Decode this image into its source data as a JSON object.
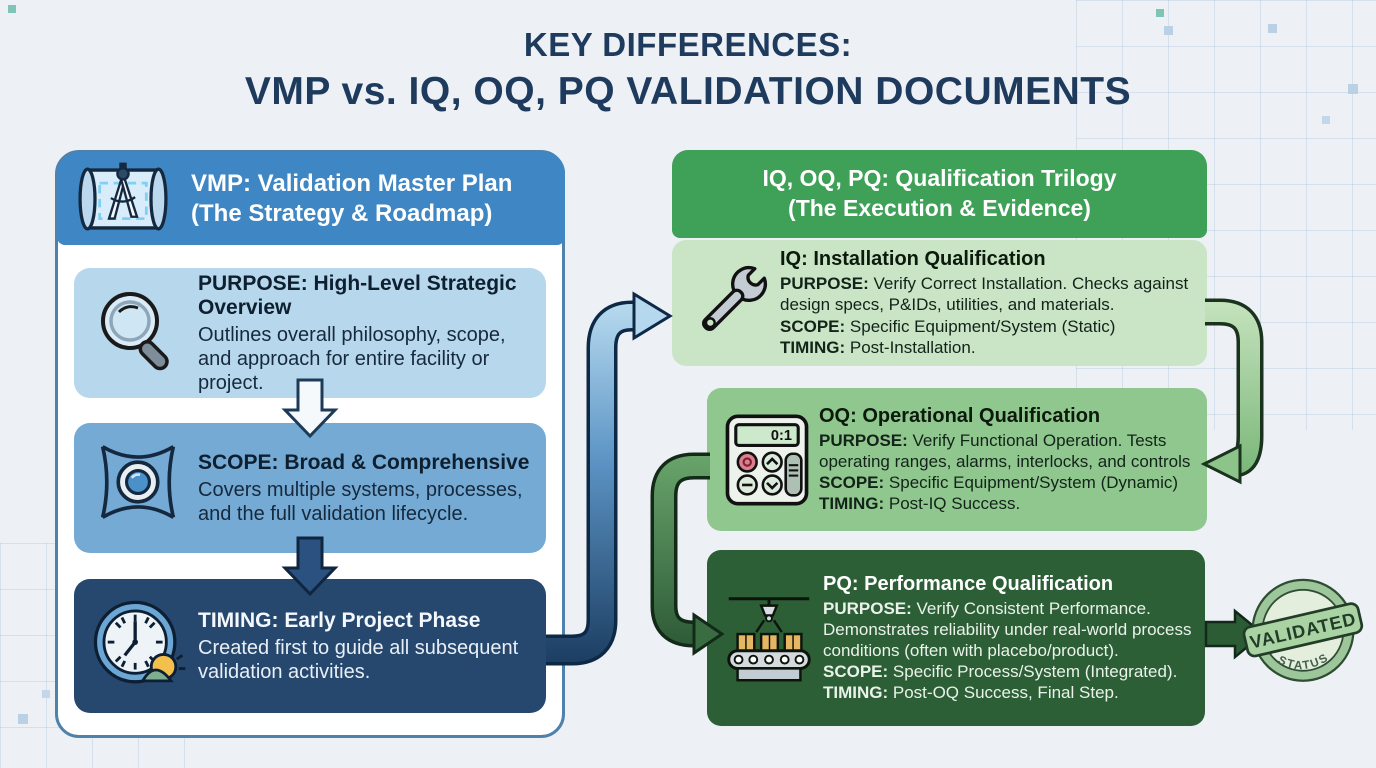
{
  "title": {
    "line1": "KEY DIFFERENCES:",
    "line2": "VMP vs. IQ, OQ, PQ VALIDATION DOCUMENTS"
  },
  "left": {
    "header": {
      "line1": "VMP: Validation Master Plan",
      "line2": "(The Strategy & Roadmap)"
    },
    "boxes": [
      {
        "icon": "magnifier-icon",
        "title": "PURPOSE: High-Level Strategic Overview",
        "desc": "Outlines overall philosophy, scope, and approach for entire facility or project."
      },
      {
        "icon": "wide-angle-lens-icon",
        "title": "SCOPE: Broad & Comprehensive",
        "desc": "Covers multiple systems, processes, and the full validation lifecycle."
      },
      {
        "icon": "clock-sunrise-icon",
        "title": "TIMING: Early Project Phase",
        "desc": "Created first to guide all subsequent validation activities."
      }
    ]
  },
  "right": {
    "header": {
      "line1": "IQ, OQ, PQ: Qualification Trilogy",
      "line2": "(The Execution & Evidence)"
    },
    "boxes": [
      {
        "icon": "wrench-icon",
        "title": "IQ: Installation Qualification",
        "purpose_label": "PURPOSE:",
        "purpose": "Verify Correct Installation. Checks against design specs, P&IDs, utilities, and materials.",
        "scope_label": "SCOPE:",
        "scope": "Specific Equipment/System (Static)",
        "timing_label": "TIMING:",
        "timing": "Post-Installation."
      },
      {
        "icon": "control-panel-icon",
        "icon_display": "0:1",
        "title": "OQ: Operational Qualification",
        "purpose_label": "PURPOSE:",
        "purpose": "Verify Functional Operation. Tests operating ranges, alarms, interlocks, and controls",
        "scope_label": "SCOPE:",
        "scope": "Specific Equipment/System (Dynamic)",
        "timing_label": "TIMING:",
        "timing": "Post-IQ Success."
      },
      {
        "icon": "conveyor-icon",
        "title": "PQ: Performance Qualification",
        "purpose_label": "PURPOSE:",
        "purpose": "Verify Consistent Performance. Demonstrates reliability under real-world process conditions (often with placebo/product).",
        "scope_label": "SCOPE:",
        "scope": "Specific Process/System (Integrated).",
        "timing_label": "TIMING:",
        "timing": "Post-OQ Success, Final Step."
      }
    ]
  },
  "stamp": {
    "label": "VALIDATED",
    "sub": "STATUS"
  },
  "colors": {
    "title_text": "#1e3a5c",
    "vmp_header": "#3f87c4",
    "vmp_purpose_bg": "#b7d8ec",
    "vmp_scope_bg": "#74aad3",
    "vmp_timing_bg": "#27486e",
    "q_header": "#3fa057",
    "iq_bg": "#c9e5c6",
    "oq_bg": "#90c78e",
    "pq_bg": "#2c5f36",
    "background": "#edf1f6"
  }
}
